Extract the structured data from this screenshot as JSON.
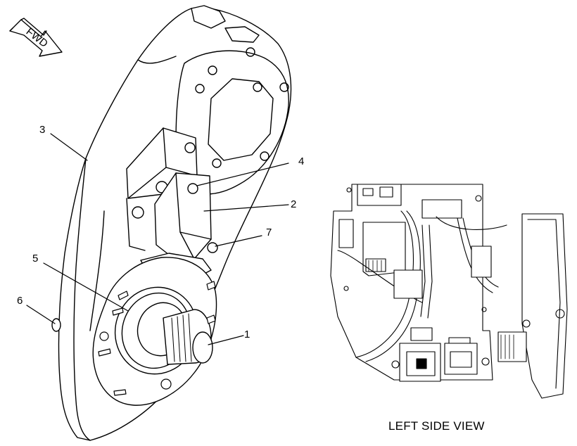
{
  "direction_arrow": {
    "label": "FWD"
  },
  "callouts": [
    {
      "id": "1",
      "text": "1"
    },
    {
      "id": "2",
      "text": "2"
    },
    {
      "id": "3",
      "text": "3"
    },
    {
      "id": "4",
      "text": "4"
    },
    {
      "id": "5",
      "text": "5"
    },
    {
      "id": "6",
      "text": "6"
    },
    {
      "id": "7",
      "text": "7"
    }
  ],
  "view_label": "LEFT SIDE VIEW"
}
